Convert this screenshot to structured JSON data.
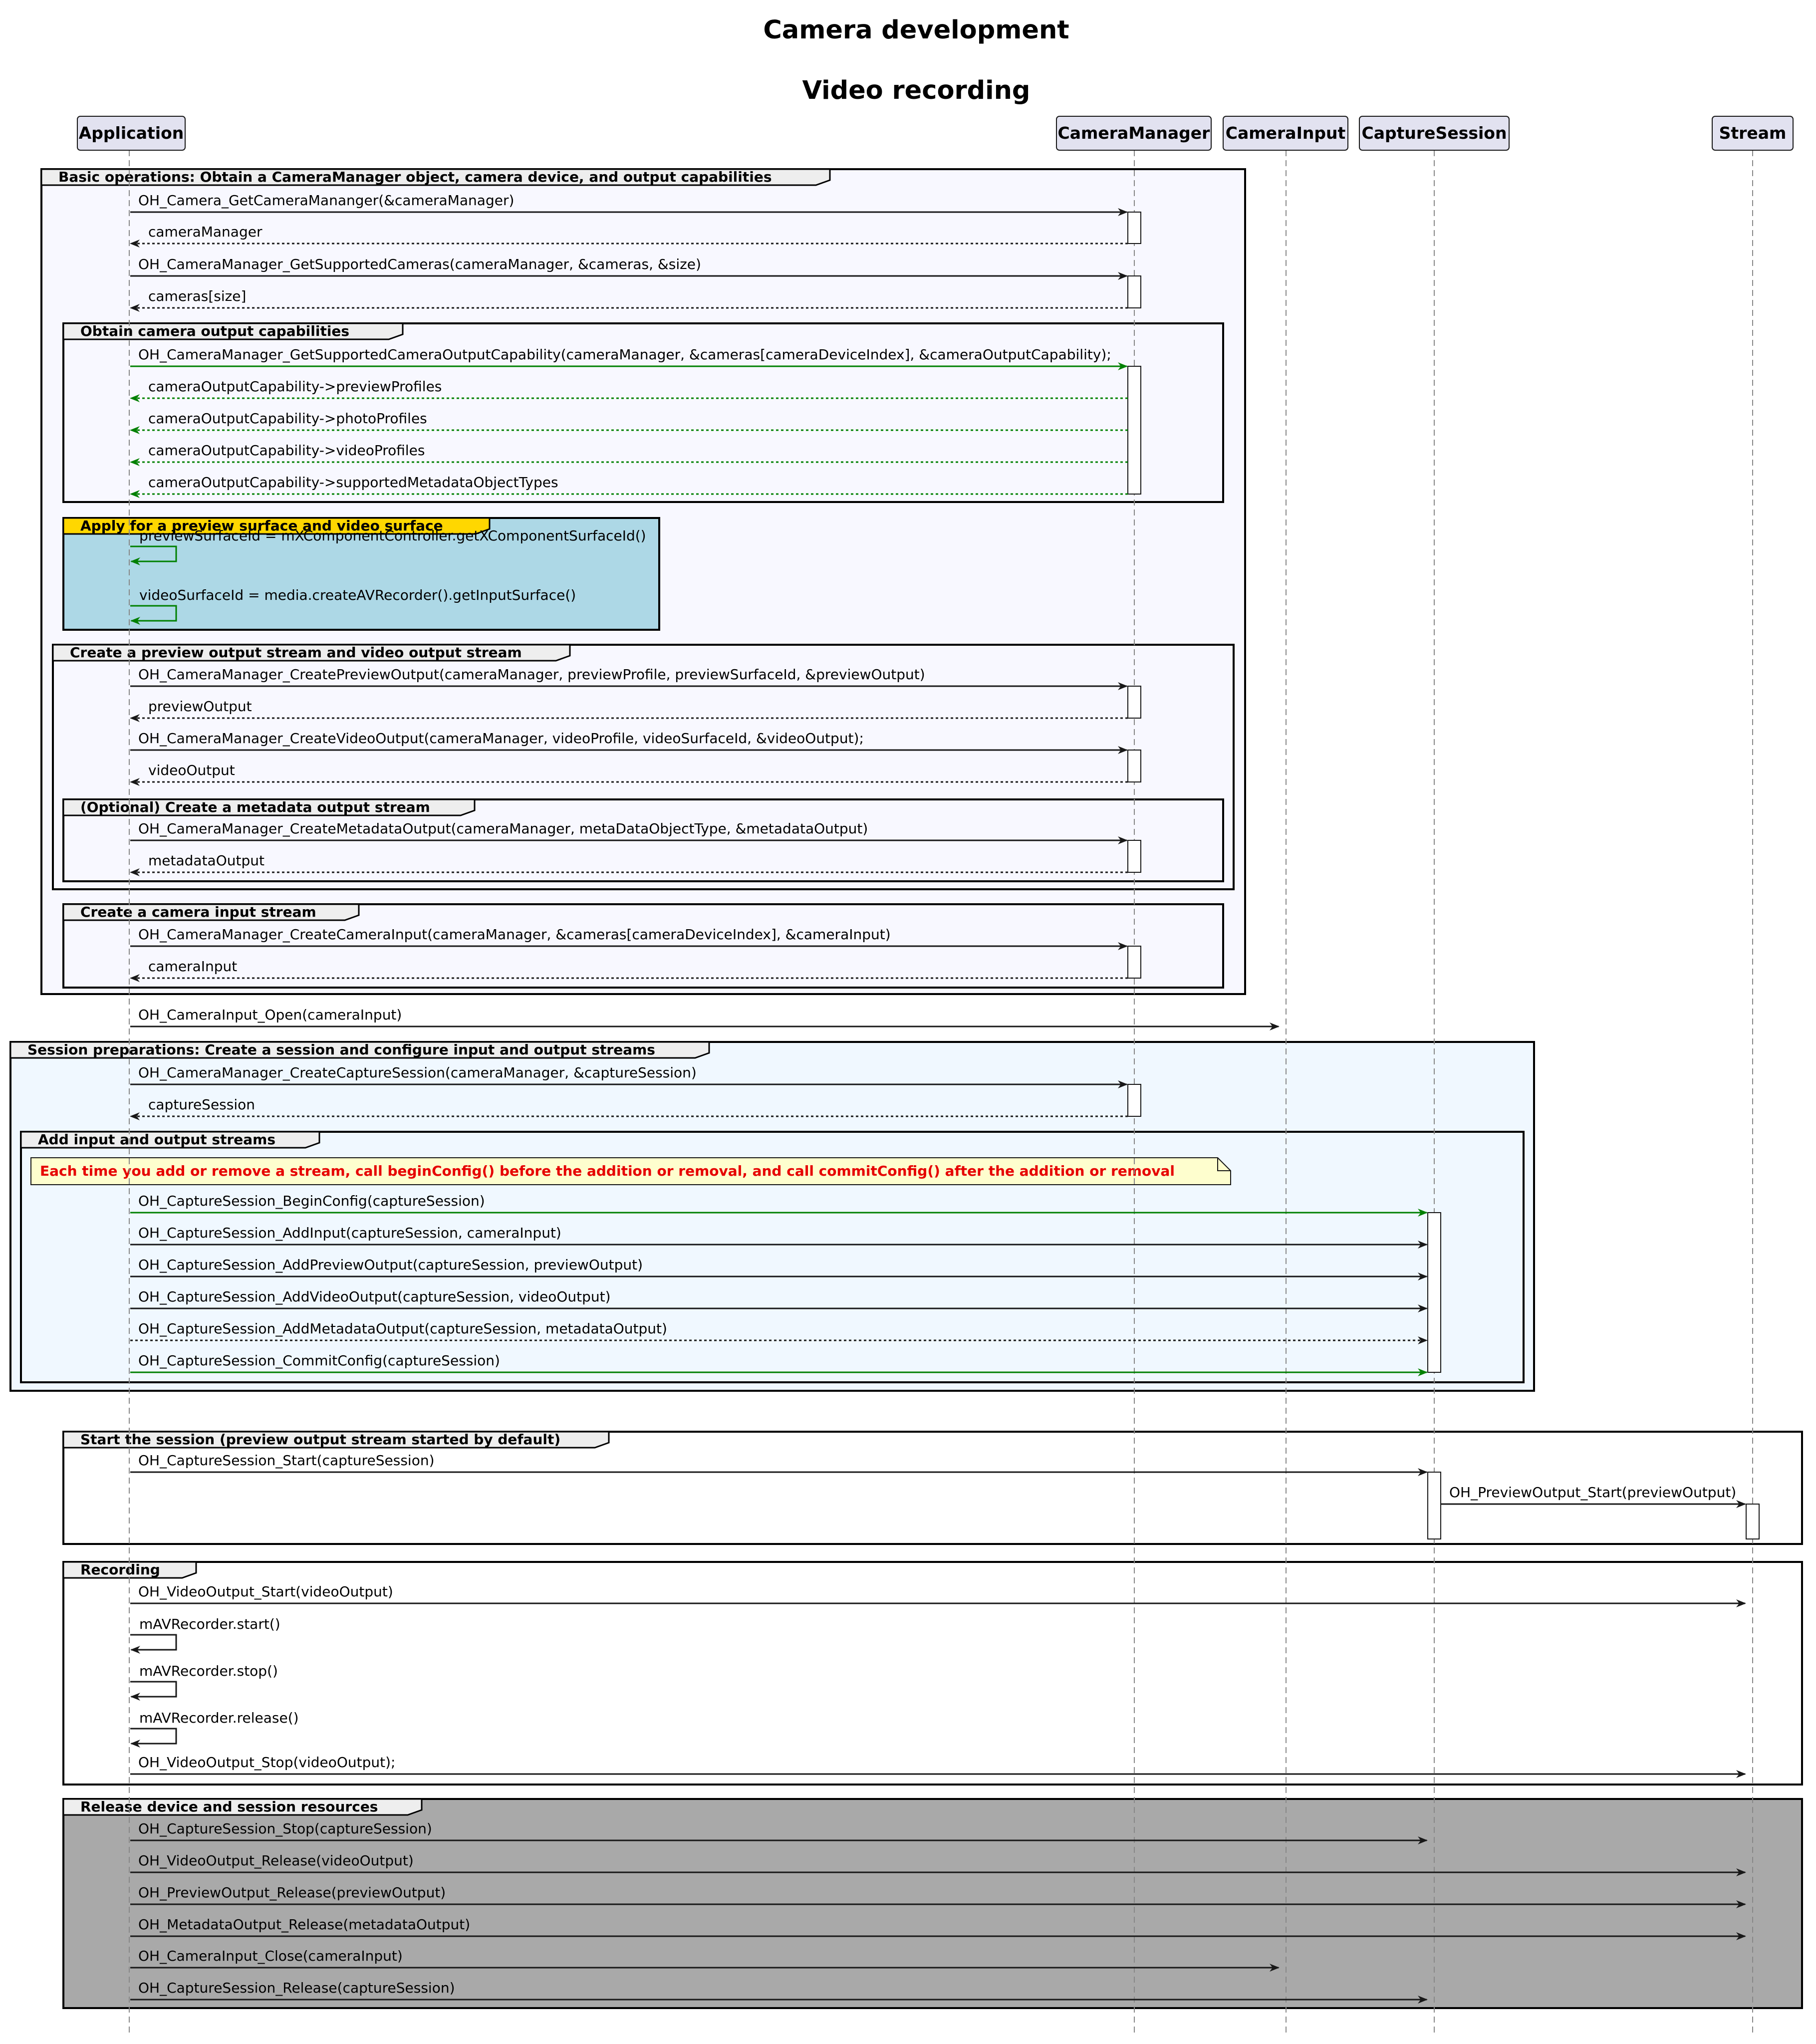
{
  "title": [
    "Camera development",
    "Video recording"
  ],
  "colors": {
    "box_fill": "#e2e2f0",
    "box_stroke": "#181818",
    "lifeline": "#888888",
    "arrow_black": "#181818",
    "arrow_green": "#008000",
    "group_default": "#f8f8ff",
    "group_light_blue": "#f0f8ff",
    "group_blue": "#add8e6",
    "group_gold": "#ffd700",
    "group_gray": "#a9a9a9",
    "group_tab": "#eeeeee",
    "note_fill": "#fefece"
  },
  "participants": [
    {
      "id": "app",
      "label": "Application"
    },
    {
      "id": "cm",
      "label": "CameraManager"
    },
    {
      "id": "ci",
      "label": "CameraInput"
    },
    {
      "id": "cs",
      "label": "CaptureSession"
    },
    {
      "id": "st",
      "label": "Stream"
    }
  ],
  "groups": [
    {
      "label": "Basic operations: Obtain a CameraManager object, camera device, and output capabilities",
      "fill": "group_default"
    },
    {
      "label": "Obtain camera output capabilities",
      "fill": "group_default"
    },
    {
      "label": "Apply for a preview surface and video surface",
      "fill": "group_blue",
      "tab": "group_gold"
    },
    {
      "label": "Create a preview output stream and video output stream",
      "fill": "group_default"
    },
    {
      "label": "(Optional) Create a metadata output stream",
      "fill": "group_default"
    },
    {
      "label": "Create a camera input stream",
      "fill": "group_default"
    },
    {
      "label": "Session preparations: Create a session and configure input and output streams",
      "fill": "group_light_blue"
    },
    {
      "label": "Add input and output streams",
      "fill": "group_light_blue"
    },
    {
      "label": "Start the session (preview output stream started by default)",
      "fill": "none"
    },
    {
      "label": "Recording",
      "fill": "none"
    },
    {
      "label": "Release device and session resources",
      "fill": "group_gray"
    }
  ],
  "note": "Each time you add or remove a stream, call beginConfig() before the addition or removal, and call commitConfig() after the addition or removal",
  "messages": [
    {
      "from": "app",
      "to": "cm",
      "label": "OH_Camera_GetCameraMananger(&cameraManager)",
      "style": "solid",
      "color": "black"
    },
    {
      "from": "cm",
      "to": "app",
      "label": "cameraManager",
      "style": "dashed",
      "color": "black"
    },
    {
      "from": "app",
      "to": "cm",
      "label": "OH_CameraManager_GetSupportedCameras(cameraManager, &cameras, &size)",
      "style": "solid",
      "color": "black"
    },
    {
      "from": "cm",
      "to": "app",
      "label": "cameras[size]",
      "style": "dashed",
      "color": "black"
    },
    {
      "from": "app",
      "to": "cm",
      "label": "OH_CameraManager_GetSupportedCameraOutputCapability(cameraManager, &cameras[cameraDeviceIndex], &cameraOutputCapability);",
      "style": "solid",
      "color": "green"
    },
    {
      "from": "cm",
      "to": "app",
      "label": "cameraOutputCapability->previewProfiles",
      "style": "dashed",
      "color": "green"
    },
    {
      "from": "cm",
      "to": "app",
      "label": "cameraOutputCapability->photoProfiles",
      "style": "dashed",
      "color": "green"
    },
    {
      "from": "cm",
      "to": "app",
      "label": "cameraOutputCapability->videoProfiles",
      "style": "dashed",
      "color": "green"
    },
    {
      "from": "cm",
      "to": "app",
      "label": "cameraOutputCapability->supportedMetadataObjectTypes",
      "style": "dashed",
      "color": "green"
    },
    {
      "from": "app",
      "to": "app",
      "label": "previewSurfaceId = mXComponentController.getXComponentSurfaceId()",
      "style": "solid",
      "color": "green"
    },
    {
      "from": "app",
      "to": "app",
      "label": "videoSurfaceId = media.createAVRecorder().getInputSurface()",
      "style": "solid",
      "color": "green"
    },
    {
      "from": "app",
      "to": "cm",
      "label": "OH_CameraManager_CreatePreviewOutput(cameraManager, previewProfile, previewSurfaceId, &previewOutput)",
      "style": "solid",
      "color": "black"
    },
    {
      "from": "cm",
      "to": "app",
      "label": "previewOutput",
      "style": "dashed",
      "color": "black"
    },
    {
      "from": "app",
      "to": "cm",
      "label": "OH_CameraManager_CreateVideoOutput(cameraManager, videoProfile, videoSurfaceId, &videoOutput);",
      "style": "solid",
      "color": "black"
    },
    {
      "from": "cm",
      "to": "app",
      "label": "videoOutput",
      "style": "dashed",
      "color": "black"
    },
    {
      "from": "app",
      "to": "cm",
      "label": "OH_CameraManager_CreateMetadataOutput(cameraManager, metaDataObjectType, &metadataOutput)",
      "style": "solid",
      "color": "black"
    },
    {
      "from": "cm",
      "to": "app",
      "label": "metadataOutput",
      "style": "dashed",
      "color": "black"
    },
    {
      "from": "app",
      "to": "cm",
      "label": "OH_CameraManager_CreateCameraInput(cameraManager, &cameras[cameraDeviceIndex], &cameraInput)",
      "style": "solid",
      "color": "black"
    },
    {
      "from": "cm",
      "to": "app",
      "label": "cameraInput",
      "style": "dashed",
      "color": "black"
    },
    {
      "from": "app",
      "to": "ci",
      "label": "OH_CameraInput_Open(cameraInput)",
      "style": "solid",
      "color": "black"
    },
    {
      "from": "app",
      "to": "cm",
      "label": "OH_CameraManager_CreateCaptureSession(cameraManager, &captureSession)",
      "style": "solid",
      "color": "black"
    },
    {
      "from": "cm",
      "to": "app",
      "label": "captureSession",
      "style": "dashed",
      "color": "black"
    },
    {
      "from": "app",
      "to": "cs",
      "label": "OH_CaptureSession_BeginConfig(captureSession)",
      "style": "solid",
      "color": "green"
    },
    {
      "from": "app",
      "to": "cs",
      "label": "OH_CaptureSession_AddInput(captureSession, cameraInput)",
      "style": "solid",
      "color": "black"
    },
    {
      "from": "app",
      "to": "cs",
      "label": "OH_CaptureSession_AddPreviewOutput(captureSession, previewOutput)",
      "style": "solid",
      "color": "black"
    },
    {
      "from": "app",
      "to": "cs",
      "label": "OH_CaptureSession_AddVideoOutput(captureSession, videoOutput)",
      "style": "solid",
      "color": "black"
    },
    {
      "from": "app",
      "to": "cs",
      "label": "OH_CaptureSession_AddMetadataOutput(captureSession, metadataOutput)",
      "style": "dashed",
      "color": "black"
    },
    {
      "from": "app",
      "to": "cs",
      "label": "OH_CaptureSession_CommitConfig(captureSession)",
      "style": "solid",
      "color": "green"
    },
    {
      "from": "app",
      "to": "cs",
      "label": "OH_CaptureSession_Start(captureSession)",
      "style": "solid",
      "color": "black"
    },
    {
      "from": "cs",
      "to": "st",
      "label": "OH_PreviewOutput_Start(previewOutput)",
      "style": "solid",
      "color": "black"
    },
    {
      "from": "app",
      "to": "st",
      "label": "OH_VideoOutput_Start(videoOutput)",
      "style": "solid",
      "color": "black"
    },
    {
      "from": "app",
      "to": "app",
      "label": "mAVRecorder.start()",
      "style": "solid",
      "color": "black"
    },
    {
      "from": "app",
      "to": "app",
      "label": "mAVRecorder.stop()",
      "style": "solid",
      "color": "black"
    },
    {
      "from": "app",
      "to": "app",
      "label": "mAVRecorder.release()",
      "style": "solid",
      "color": "black"
    },
    {
      "from": "app",
      "to": "st",
      "label": "OH_VideoOutput_Stop(videoOutput);",
      "style": "solid",
      "color": "black"
    },
    {
      "from": "app",
      "to": "cs",
      "label": "OH_CaptureSession_Stop(captureSession)",
      "style": "solid",
      "color": "black"
    },
    {
      "from": "app",
      "to": "st",
      "label": "OH_VideoOutput_Release(videoOutput)",
      "style": "solid",
      "color": "black"
    },
    {
      "from": "app",
      "to": "st",
      "label": "OH_PreviewOutput_Release(previewOutput)",
      "style": "solid",
      "color": "black"
    },
    {
      "from": "app",
      "to": "st",
      "label": "OH_MetadataOutput_Release(metadataOutput)",
      "style": "solid",
      "color": "black"
    },
    {
      "from": "app",
      "to": "ci",
      "label": "OH_CameraInput_Close(cameraInput)",
      "style": "solid",
      "color": "black"
    },
    {
      "from": "app",
      "to": "cs",
      "label": "OH_CaptureSession_Release(captureSession)",
      "style": "solid",
      "color": "black"
    }
  ]
}
